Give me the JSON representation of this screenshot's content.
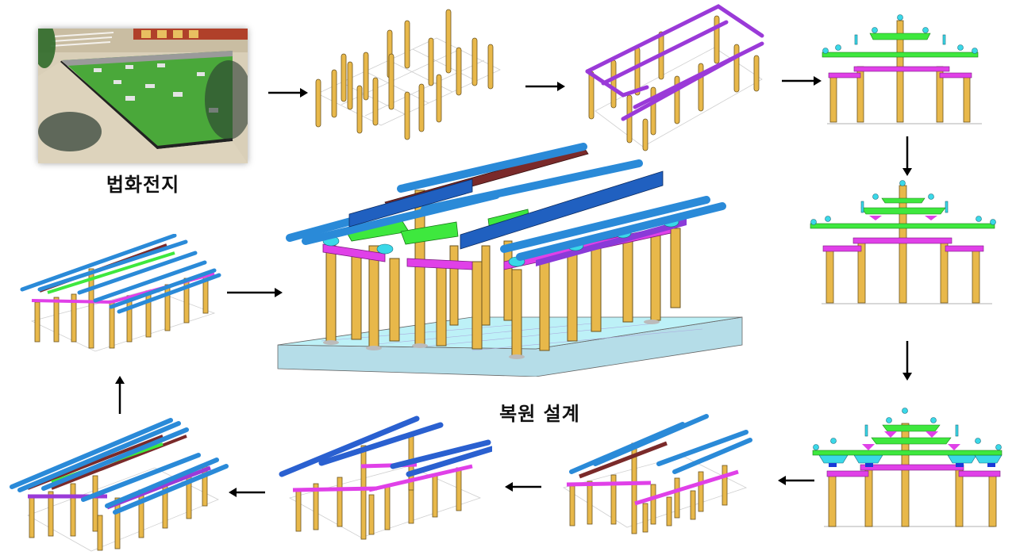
{
  "diagram": {
    "title": "복원 설계",
    "site_photo_label": "법화전지",
    "main_label": "복원 설계",
    "colors": {
      "column": "#e8b84a",
      "column_outline": "#6b5420",
      "tiebeam": "#e040e8",
      "beam_green": "#3ee83e",
      "purlin_blue": "#2a8ad8",
      "purlin_dark": "#2060c0",
      "rafter_purple": "#8a3ad8",
      "brown_beam": "#7a2a2a",
      "bracket_cyan": "#3ad8e8",
      "platform": "#bdf1f7",
      "grid": "#c8c8c8",
      "arrow": "#000000"
    },
    "steps": [
      {
        "id": 1,
        "name": "site-photo",
        "description": "법화전지"
      },
      {
        "id": 2,
        "name": "columns-grid",
        "description": "columns placed on grid"
      },
      {
        "id": 3,
        "name": "columns-with-tiebeams",
        "description": "columns with tie beams"
      },
      {
        "id": 4,
        "name": "section-basic",
        "description": "cross section with beams"
      },
      {
        "id": 5,
        "name": "section-brackets",
        "description": "cross section with brackets"
      },
      {
        "id": 6,
        "name": "section-full",
        "description": "cross section full bracket set"
      },
      {
        "id": 7,
        "name": "frame-partial-roof",
        "description": "frame with purlins"
      },
      {
        "id": 8,
        "name": "frame-partial-roof-2",
        "description": "frame with more purlins"
      },
      {
        "id": 9,
        "name": "frame-roof-structure",
        "description": "roof structure"
      },
      {
        "id": 10,
        "name": "frame-complete",
        "description": "completed framing"
      },
      {
        "id": 11,
        "name": "restoration-design",
        "description": "복원 설계"
      }
    ],
    "arrows": [
      {
        "from": 1,
        "to": 2,
        "direction": "right"
      },
      {
        "from": 2,
        "to": 3,
        "direction": "right"
      },
      {
        "from": 3,
        "to": 4,
        "direction": "right"
      },
      {
        "from": 4,
        "to": 5,
        "direction": "down"
      },
      {
        "from": 5,
        "to": 6,
        "direction": "down"
      },
      {
        "from": 6,
        "to": 7,
        "direction": "left"
      },
      {
        "from": 7,
        "to": 8,
        "direction": "left"
      },
      {
        "from": 8,
        "to": 9,
        "direction": "left"
      },
      {
        "from": 9,
        "to": 10,
        "direction": "up"
      },
      {
        "from": 10,
        "to": 11,
        "direction": "right"
      }
    ]
  }
}
